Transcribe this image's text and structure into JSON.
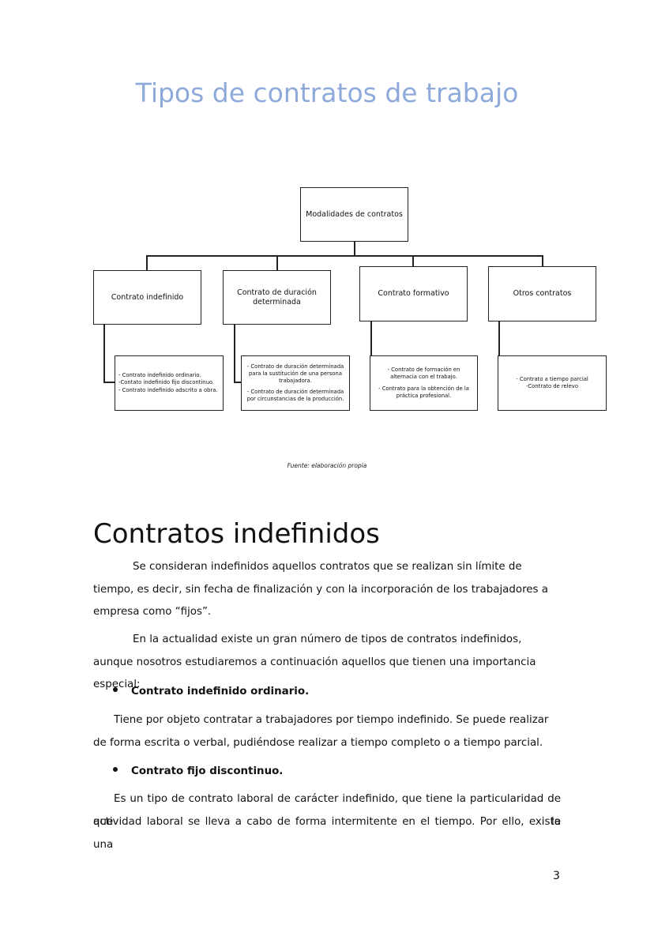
{
  "title": "Tipos de contratos de trabajo",
  "chart": {
    "root": "Modalidades de contratos",
    "categories": [
      {
        "label": "Contrato indefinido",
        "items": [
          "- Contrato indefinido ordinario.",
          "-Contato indefinido fijo discontinuo.",
          "- Contrato indefinido adscrito a obra."
        ]
      },
      {
        "label": "Contrato de duración determinada",
        "items": [
          "- Contrato de duración determinada para la sustitución de una persona trabajadora.",
          "- Contrato de duración determinada por circunstancias de la producción."
        ]
      },
      {
        "label": "Contrato formativo",
        "items": [
          "- Contrato de formación en alternacia con el trabajo.",
          "- Contrato para la obtención de la práctica profesional."
        ]
      },
      {
        "label": "Otros contratos",
        "items": [
          "- Contrato a tiempo parcial",
          "-Contrato de relevo"
        ]
      }
    ]
  },
  "caption": "Fuente: elaboración propia",
  "section": {
    "heading": "Contratos indefinidos",
    "intro1": "Se consideran indefinidos aquellos contratos que se realizan sin límite de tiempo, es decir, sin fecha de finalización y con la incorporación de los trabajadores a empresa como “fijos”.",
    "intro2": "En la actualidad existe un gran número de tipos de contratos indefinidos, aunque nosotros estudiaremos a continuación aquellos que tienen una importancia especial:",
    "bullet1": "Contrato indefinido ordinario.",
    "bullet1_text": "Tiene por objeto contratar a trabajadores por tiempo indefinido. Se puede realizar de forma escrita o verbal, pudiéndose realizar a tiempo completo o a tiempo parcial.",
    "bullet2": "Contrato fijo discontinuo.",
    "bullet2_text_line1": "Es un tipo de contrato laboral de carácter indefinido, que tiene la particularidad de que la",
    "bullet2_text_line2": "actividad laboral se lleva a cabo de forma intermitente en el tiempo. Por ello, existe una"
  },
  "page_number": "3"
}
